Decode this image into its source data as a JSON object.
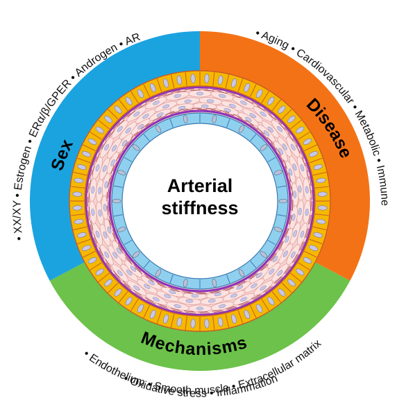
{
  "center": {
    "line1": "Arterial",
    "line2": "stiffness"
  },
  "sectors": [
    {
      "key": "sex",
      "title": "Sex",
      "color": "#1ba3e0",
      "items": [
        "XX/XY",
        "Estrogen",
        "ERα/β/GPER",
        "Androgen",
        "AR"
      ]
    },
    {
      "key": "disease",
      "title": "Disease",
      "color": "#f47216",
      "items": [
        "Aging",
        "Cardiovascular",
        "Metabolic",
        "Immune"
      ]
    },
    {
      "key": "mechanisms",
      "title": "Mechanisms",
      "color": "#6cc24a",
      "items": [
        "Endothelium",
        "Smooth muscle",
        "Extracellular matrix",
        "Oxidative stress",
        "Inflammation"
      ]
    }
  ],
  "labels": {
    "sex_line": "• XX/XY • Estrogen • ERα/β/GPER • Androgen • AR",
    "disease_line": "• Aging • Cardiovascular • Metabolic • Immune",
    "mech_line1": "• Endothelium • Smooth muscle • Extracellular matrix",
    "mech_line2": "• Oxidative stress • Inflammation"
  },
  "layer_colors": {
    "adventitia": "#f5b800",
    "media": "#f8d5d2",
    "elastic_lamina": "#8b2fb8",
    "endothelium": "#8fd0ef",
    "nucleus": "#c9c7e6"
  }
}
